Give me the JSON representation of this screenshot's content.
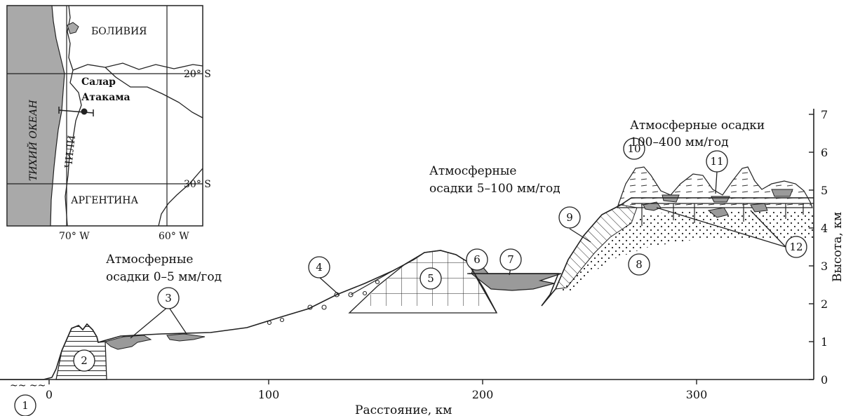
{
  "map": {
    "country_bolivia": "БОЛИВИЯ",
    "country_argentina": "АРГЕНТИНА",
    "country_chile": "ЧИЛИ",
    "ocean": "ТИХИЙ ОКЕАН",
    "lat_20": "20° S",
    "lat_30": "30° S",
    "lon_70": "70° W",
    "lon_60": "60° W",
    "salar_line1": "Салар",
    "salar_line2": "Атакама"
  },
  "annotations": {
    "precip_low_1": "Атмосферные",
    "precip_low_2": "осадки 0–5 мм/год",
    "precip_mid_1": "Атмосферные",
    "precip_mid_2": "осадки 5–100 мм/год",
    "precip_high_1": "Атмосферные осадки",
    "precip_high_2": "100–400 мм/год"
  },
  "markers": [
    "1",
    "2",
    "3",
    "4",
    "5",
    "6",
    "7",
    "8",
    "9",
    "10",
    "11",
    "12"
  ],
  "axes": {
    "x_label": "Расстояние, км",
    "x_ticks": [
      "0",
      "100",
      "200",
      "300"
    ],
    "y_label": "Высота, км",
    "y_ticks": [
      "0",
      "1",
      "2",
      "3",
      "4",
      "5",
      "6",
      "7"
    ]
  }
}
